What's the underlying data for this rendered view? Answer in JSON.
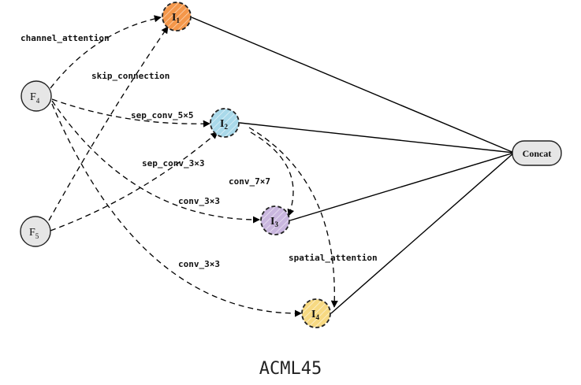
{
  "caption": "ACML45",
  "nodes": {
    "f4": {
      "main": "F",
      "sub": "4"
    },
    "f5": {
      "main": "F",
      "sub": "5"
    },
    "i1": {
      "main": "I",
      "sub": "1",
      "color": "#f4974a"
    },
    "i2": {
      "main": "I",
      "sub": "2",
      "color": "#a9d9ea"
    },
    "i3": {
      "main": "I",
      "sub": "3",
      "color": "#c9b6de"
    },
    "i4": {
      "main": "I",
      "sub": "4",
      "color": "#f7d982"
    },
    "concat": {
      "label": "Concat"
    }
  },
  "edge_labels": {
    "channel_attention": "channel_attention",
    "skip_connection": "skip_connection",
    "sep_conv_5x5": "sep_conv_5×5",
    "sep_conv_3x3": "sep_conv_3×3",
    "conv_7x7": "conv_7×7",
    "conv_3x3_a": "conv_3×3",
    "conv_3x3_b": "conv_3×3",
    "spatial_attention": "spatial_attention"
  },
  "colors": {
    "input_fill": "#e6e6e6",
    "concat_fill": "#e6e6e6",
    "stroke": "#000000"
  }
}
